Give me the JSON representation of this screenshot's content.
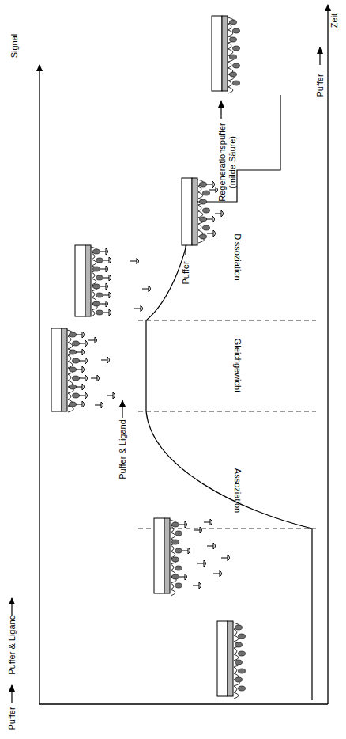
{
  "diagram": {
    "labels": [
      "Signal",
      "Zeit",
      "Puffer",
      "Puffer & Ligand",
      "Puffer & Ligand",
      "Assoziation",
      "Gleichgewicht",
      "Dissoziation",
      "Puffer",
      "Regenerationspuffer",
      "(milde Säure)",
      "Puffer"
    ]
  }
}
